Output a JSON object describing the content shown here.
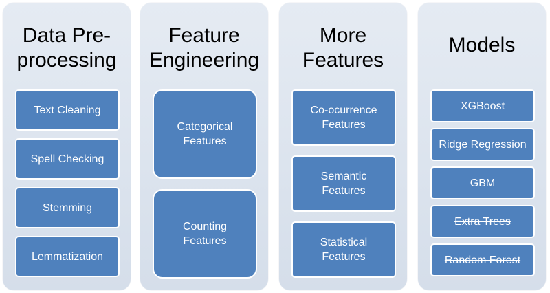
{
  "columns": [
    {
      "title": "Data Pre-\nprocessing",
      "items": [
        "Text Cleaning",
        "Spell Checking",
        "Stemming",
        "Lemmatization"
      ]
    },
    {
      "title": "Feature\nEngineering",
      "items": [
        "Categorical\nFeatures",
        "Counting\nFeatures"
      ]
    },
    {
      "title": "More\nFeatures",
      "items": [
        "Co-ocurrence\nFeatures",
        "Semantic\nFeatures",
        "Statistical\nFeatures"
      ]
    },
    {
      "title": "Models",
      "items": [
        "XGBoost",
        "Ridge Regression",
        "GBM",
        "Extra Trees",
        "Random Forest"
      ]
    }
  ],
  "colors": {
    "column_bg": "#dbe3ee",
    "item_bg": "#4f81bd",
    "item_border": "#ffffff"
  }
}
